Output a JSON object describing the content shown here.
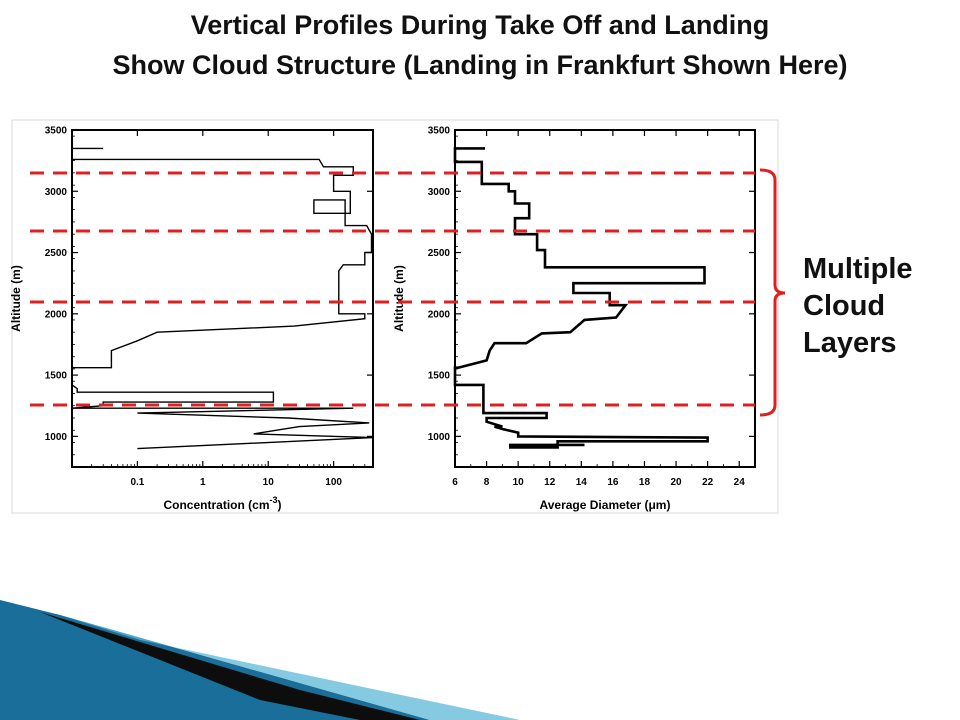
{
  "slide": {
    "title_line1": "Vertical Profiles During Take Off and Landing",
    "title_line2": "Show Cloud Structure (Landing in Frankfurt Shown Here)",
    "annotation_lines": [
      "Multiple",
      "Cloud",
      "Layers"
    ],
    "accent_color": "#e02020",
    "decoration_colors": [
      "#1a6f9a",
      "#5db8d8",
      "#0d0d0d"
    ]
  },
  "chart_data": [
    {
      "type": "line",
      "xlabel": "Concentration (cm",
      "xlabel_superscript": "-3",
      "xlabel_close": ")",
      "ylabel": "Altitude (m)",
      "xscale": "log",
      "xlim": [
        0.01,
        400
      ],
      "ylim": [
        750,
        3500
      ],
      "x_ticks": [
        0.1,
        1,
        10,
        100
      ],
      "x_tick_labels": [
        "0.1",
        "1",
        "10",
        "100"
      ],
      "y_ticks": [
        1000,
        1500,
        2000,
        2500,
        3000,
        3500
      ],
      "y_tick_labels": [
        "1000",
        "1500",
        "2000",
        "2500",
        "3000",
        "3500"
      ],
      "series": [
        {
          "points": [
            [
              0.03,
              3350
            ],
            [
              0.01,
              3350
            ],
            [
              0.01,
              3260
            ],
            [
              60,
              3260
            ],
            [
              70,
              3200
            ],
            [
              200,
              3200
            ],
            [
              200,
              3130
            ],
            [
              100,
              3130
            ],
            [
              100,
              3000
            ],
            [
              180,
              3000
            ],
            [
              180,
              2820
            ],
            [
              50,
              2820
            ],
            [
              50,
              2930
            ],
            [
              150,
              2930
            ],
            [
              150,
              2720
            ],
            [
              320,
              2720
            ],
            [
              380,
              2650
            ],
            [
              380,
              2500
            ],
            [
              300,
              2500
            ],
            [
              300,
              2400
            ],
            [
              140,
              2400
            ],
            [
              120,
              2350
            ],
            [
              120,
              2000
            ],
            [
              300,
              2000
            ],
            [
              300,
              1960
            ],
            [
              25,
              1900
            ],
            [
              0.2,
              1850
            ],
            [
              0.1,
              1780
            ],
            [
              0.04,
              1700
            ],
            [
              0.04,
              1560
            ],
            [
              0.01,
              1560
            ],
            [
              0.01,
              1420
            ],
            [
              0.012,
              1390
            ],
            [
              0.012,
              1360
            ],
            [
              12,
              1360
            ],
            [
              12,
              1280
            ],
            [
              0.03,
              1280
            ],
            [
              0.03,
              1250
            ],
            [
              0.01,
              1230
            ],
            [
              200,
              1230
            ],
            [
              0.1,
              1190
            ],
            [
              20,
              1150
            ],
            [
              350,
              1110
            ],
            [
              30,
              1080
            ],
            [
              6,
              1020
            ],
            [
              400,
              990
            ],
            [
              4,
              940
            ],
            [
              0.1,
              900
            ]
          ]
        }
      ]
    },
    {
      "type": "line",
      "xlabel": "Average Diameter (μm)",
      "ylabel": "Altitude (m)",
      "xlim": [
        6,
        25
      ],
      "ylim": [
        750,
        3500
      ],
      "x_ticks": [
        6,
        8,
        10,
        12,
        14,
        16,
        18,
        20,
        22,
        24
      ],
      "x_tick_labels": [
        "6",
        "8",
        "10",
        "12",
        "14",
        "16",
        "18",
        "20",
        "22",
        "24"
      ],
      "y_ticks": [
        1000,
        1500,
        2000,
        2500,
        3000,
        3500
      ],
      "y_tick_labels": [
        "1000",
        "1500",
        "2000",
        "2500",
        "3000",
        "3500"
      ],
      "series": [
        {
          "points": [
            [
              7.9,
              3350
            ],
            [
              6,
              3350
            ],
            [
              6,
              3240
            ],
            [
              7.7,
              3240
            ],
            [
              7.7,
              3060
            ],
            [
              9.4,
              3060
            ],
            [
              9.4,
              3000
            ],
            [
              9.8,
              3000
            ],
            [
              9.8,
              2900
            ],
            [
              10.7,
              2900
            ],
            [
              10.7,
              2780
            ],
            [
              9.8,
              2780
            ],
            [
              9.8,
              2650
            ],
            [
              11.2,
              2650
            ],
            [
              11.2,
              2520
            ],
            [
              11.7,
              2520
            ],
            [
              11.7,
              2380
            ],
            [
              21.8,
              2380
            ],
            [
              21.8,
              2250
            ],
            [
              13.5,
              2250
            ],
            [
              13.5,
              2170
            ],
            [
              15.8,
              2170
            ],
            [
              15.8,
              2070
            ],
            [
              16.8,
              2070
            ],
            [
              16.2,
              1970
            ],
            [
              14.2,
              1950
            ],
            [
              13.3,
              1850
            ],
            [
              11.5,
              1840
            ],
            [
              10.5,
              1760
            ],
            [
              8.5,
              1760
            ],
            [
              8.2,
              1700
            ],
            [
              8,
              1620
            ],
            [
              6.2,
              1560
            ],
            [
              6,
              1560
            ],
            [
              6,
              1420
            ],
            [
              7.8,
              1420
            ],
            [
              7.8,
              1190
            ],
            [
              11.8,
              1190
            ],
            [
              11.8,
              1150
            ],
            [
              8,
              1150
            ],
            [
              8,
              1120
            ],
            [
              9,
              1080
            ],
            [
              8.5,
              1080
            ],
            [
              9,
              1060
            ],
            [
              10,
              1030
            ],
            [
              10,
              1000
            ],
            [
              22,
              990
            ],
            [
              22,
              960
            ],
            [
              12.5,
              960
            ],
            [
              12.5,
              910
            ],
            [
              9.5,
              910
            ],
            [
              9.5,
              930
            ],
            [
              14.2,
              930
            ]
          ]
        }
      ]
    }
  ]
}
